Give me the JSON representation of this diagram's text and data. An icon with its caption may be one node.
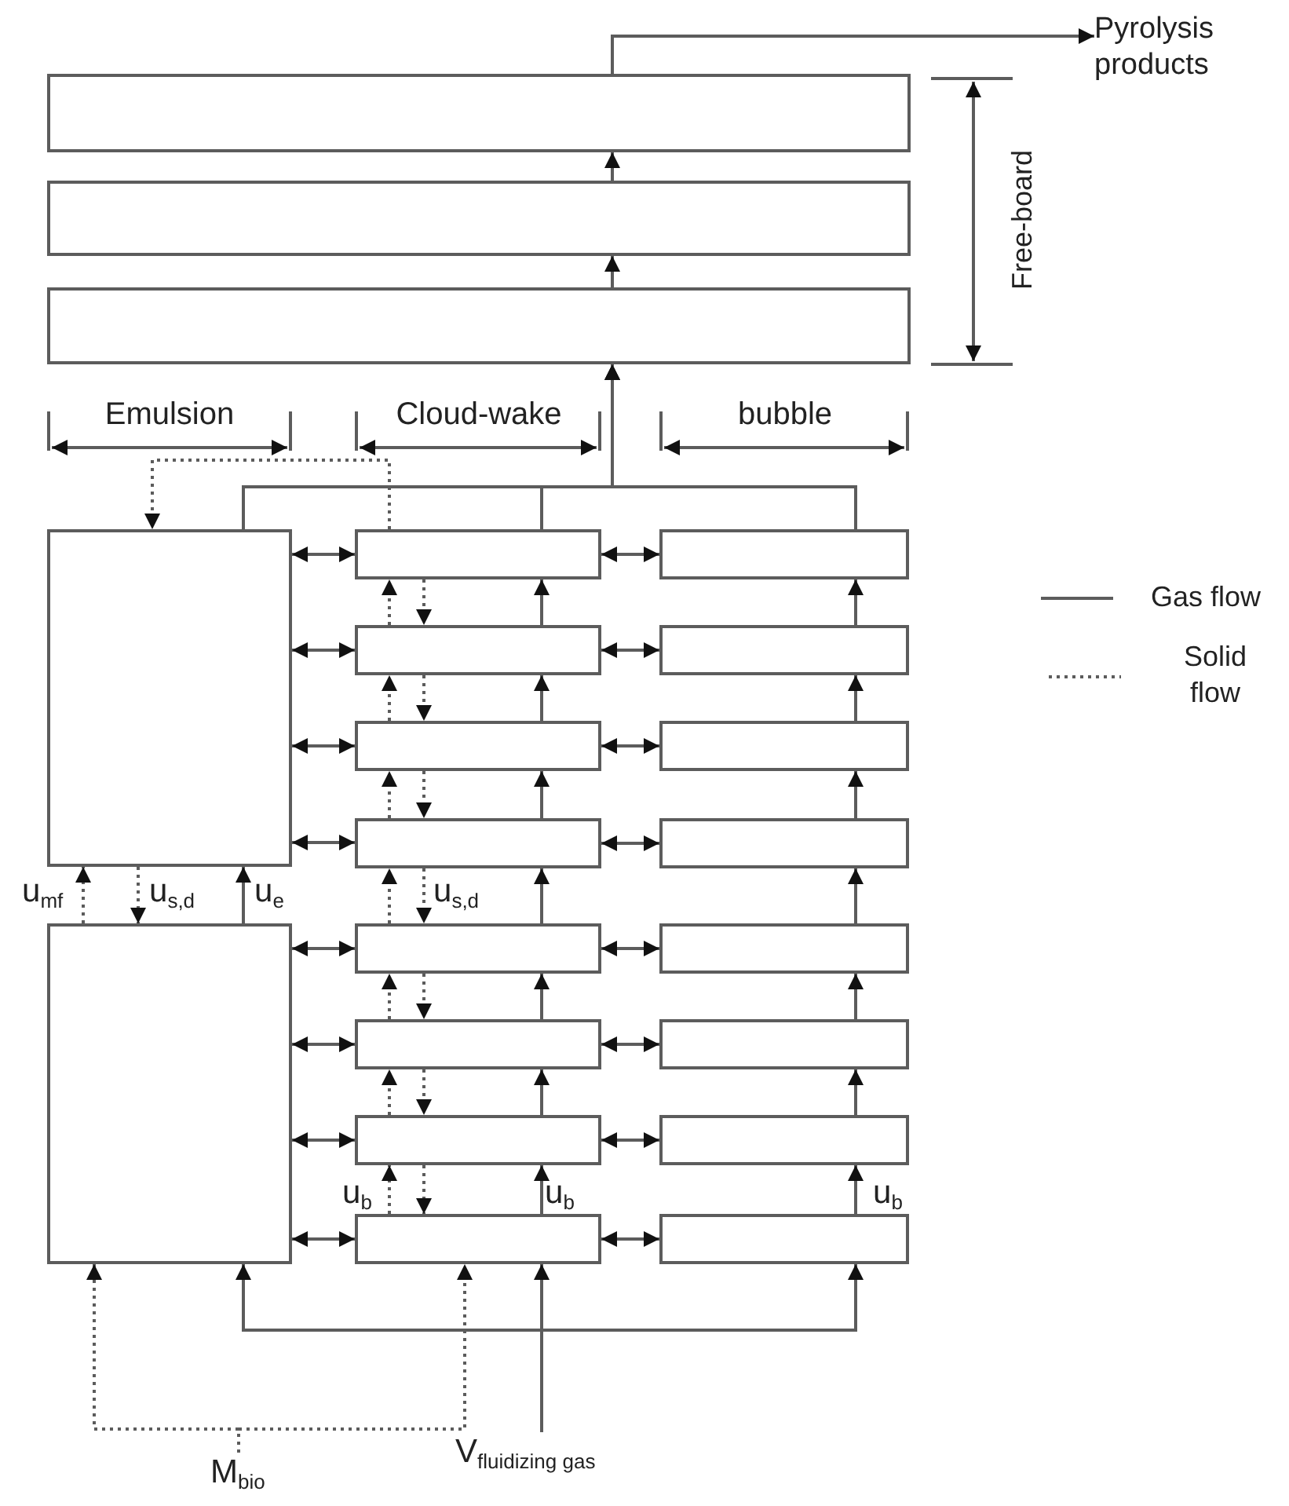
{
  "diagram": {
    "nodes": [
      {
        "text": [
          "Pyrolysis products"
        ]
      },
      {
        "text": [],
        "shape": "box"
      },
      {
        "text": [],
        "shape": "box"
      },
      {
        "text": [],
        "shape": "box"
      },
      {
        "text": [],
        "shape": "box"
      },
      {
        "text": [],
        "shape": "box"
      },
      {
        "text": [],
        "shape": "box"
      },
      {
        "text": [],
        "shape": "box"
      },
      {
        "text": [],
        "shape": "box"
      },
      {
        "text": [],
        "shape": "box"
      },
      {
        "text": [],
        "shape": "box"
      },
      {
        "text": [],
        "shape": "box"
      },
      {
        "text": [],
        "shape": "box"
      },
      {
        "text": [],
        "shape": "box"
      },
      {
        "text": [],
        "shape": "box"
      },
      {
        "text": [],
        "shape": "box"
      },
      {
        "text": [],
        "shape": "box"
      },
      {
        "text": [],
        "shape": "box"
      },
      {
        "text": [],
        "shape": "box"
      },
      {
        "text": [],
        "shape": "box"
      },
      {
        "text": [],
        "shape": "box"
      },
      {
        "text": [],
        "shape": "box"
      },
      {
        "text": [
          "M$_{bio}$"
        ]
      },
      {
        "text": [
          "V$_{fluidizing gas}$"
        ]
      }
    ],
    "edges": [
      {
        "from": 1,
        "to": 0,
        "arrow": "to"
      },
      {
        "from": 2,
        "to": 1,
        "arrow": "to"
      },
      {
        "from": 3,
        "to": 2,
        "arrow": "to"
      },
      {
        "from": 4,
        "to": 3,
        "arrow": "to"
      },
      {
        "from": 6,
        "to": 3,
        "arrow": "to"
      },
      {
        "from": 14,
        "to": 3,
        "arrow": "to"
      },
      {
        "from": 6,
        "to": 4,
        "arrow": "to",
        "style": "dashed"
      },
      {
        "from": 5,
        "to": 4,
        "arrow": "to"
      },
      {
        "from": 4,
        "to": 5,
        "arrow": "to",
        "style": "dashed"
      },
      {
        "from": 5,
        "to": 4,
        "arrow": "to",
        "style": "dashed"
      },
      {
        "from": 7,
        "to": 6,
        "arrow": "to"
      },
      {
        "from": 7,
        "to": 6,
        "arrow": "to",
        "style": "dashed"
      },
      {
        "from": 6,
        "to": 7,
        "arrow": "to",
        "style": "dashed"
      },
      {
        "from": 8,
        "to": 7,
        "arrow": "to"
      },
      {
        "from": 8,
        "to": 7,
        "arrow": "to",
        "style": "dashed"
      },
      {
        "from": 7,
        "to": 8,
        "arrow": "to",
        "style": "dashed"
      },
      {
        "from": 9,
        "to": 8,
        "arrow": "to"
      },
      {
        "from": 9,
        "to": 8,
        "arrow": "to",
        "style": "dashed"
      },
      {
        "from": 8,
        "to": 9,
        "arrow": "to",
        "style": "dashed"
      },
      {
        "from": 10,
        "to": 9,
        "arrow": "to"
      },
      {
        "from": 10,
        "to": 9,
        "arrow": "to",
        "style": "dashed"
      },
      {
        "from": 9,
        "to": 10,
        "arrow": "to",
        "style": "dashed"
      },
      {
        "from": 11,
        "to": 10,
        "arrow": "to"
      },
      {
        "from": 11,
        "to": 10,
        "arrow": "to",
        "style": "dashed"
      },
      {
        "from": 10,
        "to": 11,
        "arrow": "to",
        "style": "dashed"
      },
      {
        "from": 12,
        "to": 11,
        "arrow": "to"
      },
      {
        "from": 12,
        "to": 11,
        "arrow": "to",
        "style": "dashed"
      },
      {
        "from": 11,
        "to": 12,
        "arrow": "to",
        "style": "dashed"
      },
      {
        "from": 13,
        "to": 12,
        "arrow": "to"
      },
      {
        "from": 13,
        "to": 12,
        "arrow": "to",
        "style": "dashed"
      },
      {
        "from": 12,
        "to": 13,
        "arrow": "to",
        "style": "dashed"
      },
      {
        "from": 15,
        "to": 14,
        "arrow": "to"
      },
      {
        "from": 16,
        "to": 15,
        "arrow": "to"
      },
      {
        "from": 17,
        "to": 16,
        "arrow": "to"
      },
      {
        "from": 18,
        "to": 17,
        "arrow": "to"
      },
      {
        "from": 19,
        "to": 18,
        "arrow": "to"
      },
      {
        "from": 20,
        "to": 19,
        "arrow": "to"
      },
      {
        "from": 21,
        "to": 20,
        "arrow": "to"
      },
      {
        "from": 4,
        "to": 6,
        "arrow": "both"
      },
      {
        "from": 4,
        "to": 7,
        "arrow": "both"
      },
      {
        "from": 4,
        "to": 8,
        "arrow": "both"
      },
      {
        "from": 4,
        "to": 9,
        "arrow": "both"
      },
      {
        "from": 5,
        "to": 10,
        "arrow": "both"
      },
      {
        "from": 5,
        "to": 11,
        "arrow": "both"
      },
      {
        "from": 5,
        "to": 12,
        "arrow": "both"
      },
      {
        "from": 5,
        "to": 13,
        "arrow": "both"
      },
      {
        "from": 6,
        "to": 14,
        "arrow": "both"
      },
      {
        "from": 7,
        "to": 15,
        "arrow": "both"
      },
      {
        "from": 8,
        "to": 16,
        "arrow": "both"
      },
      {
        "from": 9,
        "to": 17,
        "arrow": "both"
      },
      {
        "from": 10,
        "to": 18,
        "arrow": "both"
      },
      {
        "from": 11,
        "to": 19,
        "arrow": "both"
      },
      {
        "from": 12,
        "to": 20,
        "arrow": "both"
      },
      {
        "from": 13,
        "to": 21,
        "arrow": "both"
      },
      {
        "from": 23,
        "to": 13,
        "arrow": "to"
      },
      {
        "from": 23,
        "to": 5,
        "arrow": "to"
      },
      {
        "from": 23,
        "to": 21,
        "arrow": "to"
      },
      {
        "from": 22,
        "to": 5,
        "arrow": "to",
        "style": "dashed"
      },
      {
        "from": 22,
        "to": 13,
        "arrow": "to",
        "style": "dashed"
      }
    ],
    "labels": [
      "Free-board",
      "Emulsion",
      "Cloud-wake",
      "bubble",
      "u$_{mf}$",
      "u$_{s,d}$",
      "u$_{e}$",
      "u$_{s,d}$",
      "u$_{b}$",
      "u$_{b}$",
      "u$_{b}$"
    ],
    "legend": [
      {
        "text": "Gas flow"
      },
      {
        "text": "Solid flow"
      }
    ]
  }
}
